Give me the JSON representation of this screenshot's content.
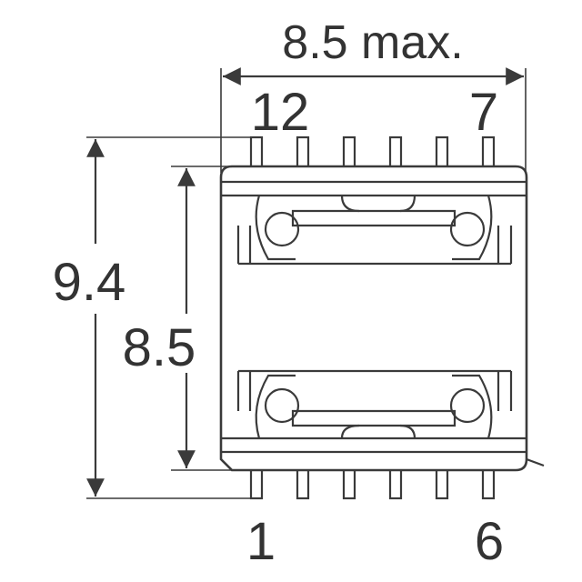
{
  "dimensions": {
    "width_label": "8.5 max.",
    "outer_height_label": "9.4",
    "inner_height_label": "8.5"
  },
  "pins": {
    "top_left_label": "12",
    "top_right_label": "7",
    "bottom_left_label": "1",
    "bottom_right_label": "6"
  },
  "colors": {
    "line": "#3a3a3a",
    "text": "#333333",
    "background": "#ffffff"
  }
}
